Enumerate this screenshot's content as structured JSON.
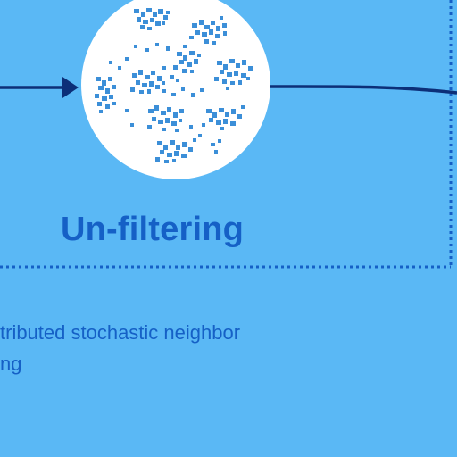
{
  "stage": {
    "title": "Un-filtering"
  },
  "description": {
    "line1": "tributed stochastic neighbor",
    "line2": "ng"
  },
  "colors": {
    "background": "#5ab8f5",
    "text": "#1560c6",
    "border": "#1560c6",
    "arrow": "#0c2f78",
    "circle": "#ffffff",
    "clusters": "#3c8fd8"
  },
  "icons": {
    "circle": "tsne-cluster-plot-icon"
  }
}
